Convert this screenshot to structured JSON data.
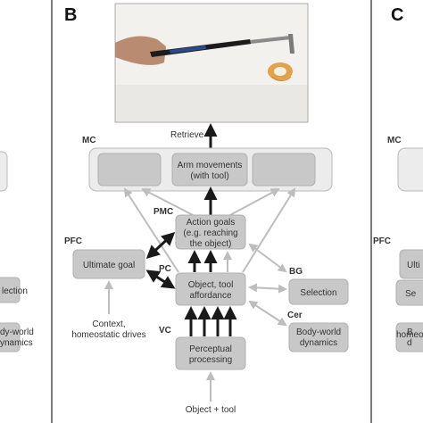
{
  "panels": {
    "b": "B",
    "c": "C"
  },
  "photo": {
    "caption": "Retrieve"
  },
  "regions": {
    "mc": "MC",
    "pmc": "PMC",
    "pfc": "PFC",
    "pc": "PC",
    "vc": "VC",
    "bg": "BG",
    "cer": "Cer",
    "right_mc": "MC",
    "right_pfc": "PFC"
  },
  "boxes": {
    "arm_movements": [
      "Arm movements",
      "(with tool)"
    ],
    "action_goals": [
      "Action goals",
      "(e.g. reaching",
      "the object)"
    ],
    "ultimate_goal": [
      "Ultimate goal"
    ],
    "object_tool": [
      "Object, tool",
      "affordance"
    ],
    "selection": [
      "Selection"
    ],
    "body_world": [
      "Body-world",
      "dynamics"
    ],
    "perceptual": [
      "Perceptual",
      "processing"
    ]
  },
  "inputs": {
    "context": [
      "Context,",
      "homeostatic drives"
    ],
    "object_tool_input": "Object + tool"
  },
  "left_fragments": {
    "selection": "lection",
    "body_world": [
      "dy-world",
      "ynamics"
    ]
  },
  "right_fragments": {
    "ultimate": "Ulti",
    "selection": "Se",
    "body_world": [
      "B",
      "d"
    ],
    "homeostatic": "homeo"
  },
  "colors": {
    "box": "#c8c8c8",
    "mc_panel": "#ececec",
    "arrow_dark": "#1a1a1a",
    "arrow_light": "#bdbdbd"
  }
}
